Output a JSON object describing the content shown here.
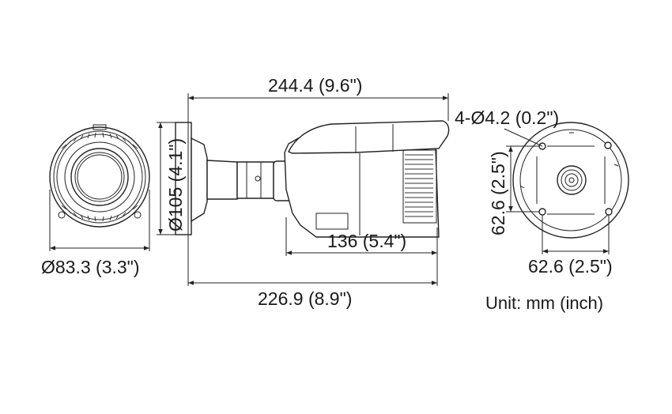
{
  "dimensions": {
    "overall_length": "244.4 (9.6\")",
    "base_length": "226.9 (8.9\")",
    "body_length": "136 (5.4\")",
    "front_diameter": "Ø83.3 (3.3\")",
    "mount_diameter": "Ø105 (4.1\")",
    "mount_holes": "4-Ø4.2 (0.2\")",
    "hole_spacing_vertical": "62.6 (2.5\")",
    "hole_spacing_horizontal": "62.6 (2.5\")"
  },
  "unit_note": "Unit: mm (inch)"
}
